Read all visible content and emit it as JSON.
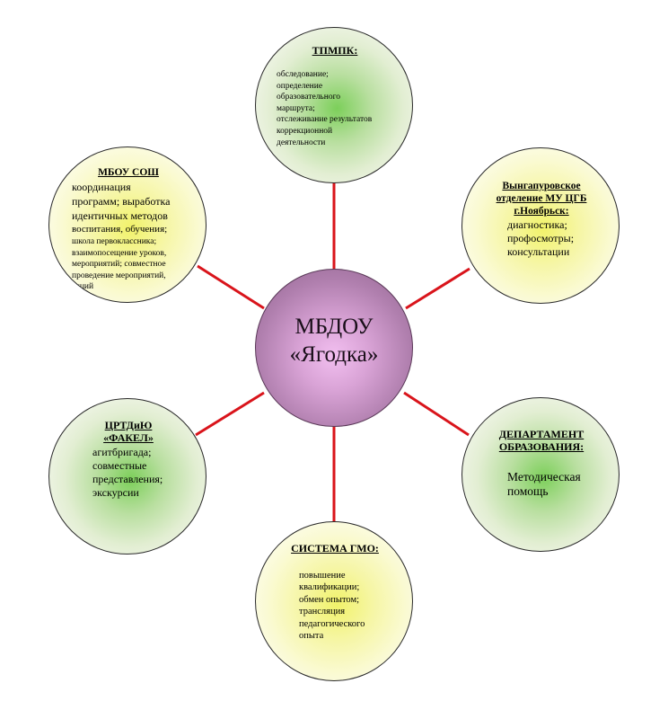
{
  "center": {
    "line1": "МБДОУ",
    "line2": "«Ягодка»"
  },
  "nodes": {
    "tpmpk": {
      "title": "ТПМПК:",
      "lines": [
        "обследование;",
        "определение",
        "образовательного",
        "маршрута;",
        "отслеживание результатов",
        "коррекционной",
        "деятельности"
      ]
    },
    "vyngapur": {
      "title": [
        "Вынгапуровское",
        "отделение МУ ЦГБ",
        "г.Ноябрьск:"
      ],
      "lines": [
        "диагностика;",
        "профосмотры;",
        "консультации"
      ]
    },
    "department": {
      "title": [
        "ДЕПАРТАМЕНТ",
        "ОБРАЗОВАНИЯ:"
      ],
      "lines": [
        "Методическая",
        "помощь"
      ]
    },
    "gmo": {
      "title": "СИСТЕМА ГМО:",
      "lines": [
        "повышение",
        "квалификации;",
        "обмен опытом;",
        "трансляция",
        "педагогического",
        "опыта"
      ]
    },
    "crtdiyu": {
      "title": [
        "ЦРТДиЮ",
        "«ФАКЕЛ»"
      ],
      "lines": [
        "агитбригада;",
        "совместные",
        "представления;",
        "экскурсии"
      ]
    },
    "mbou": {
      "title": "МБОУ СОШ",
      "lines": [
        "координация",
        "программ; выработка",
        "идентичных методов",
        "воспитания, обучения;",
        "школа первоклассника;",
        "взаимопосещение уроков,",
        "мероприятий; совместное",
        "проведение мероприятий,",
        "акций"
      ]
    }
  }
}
